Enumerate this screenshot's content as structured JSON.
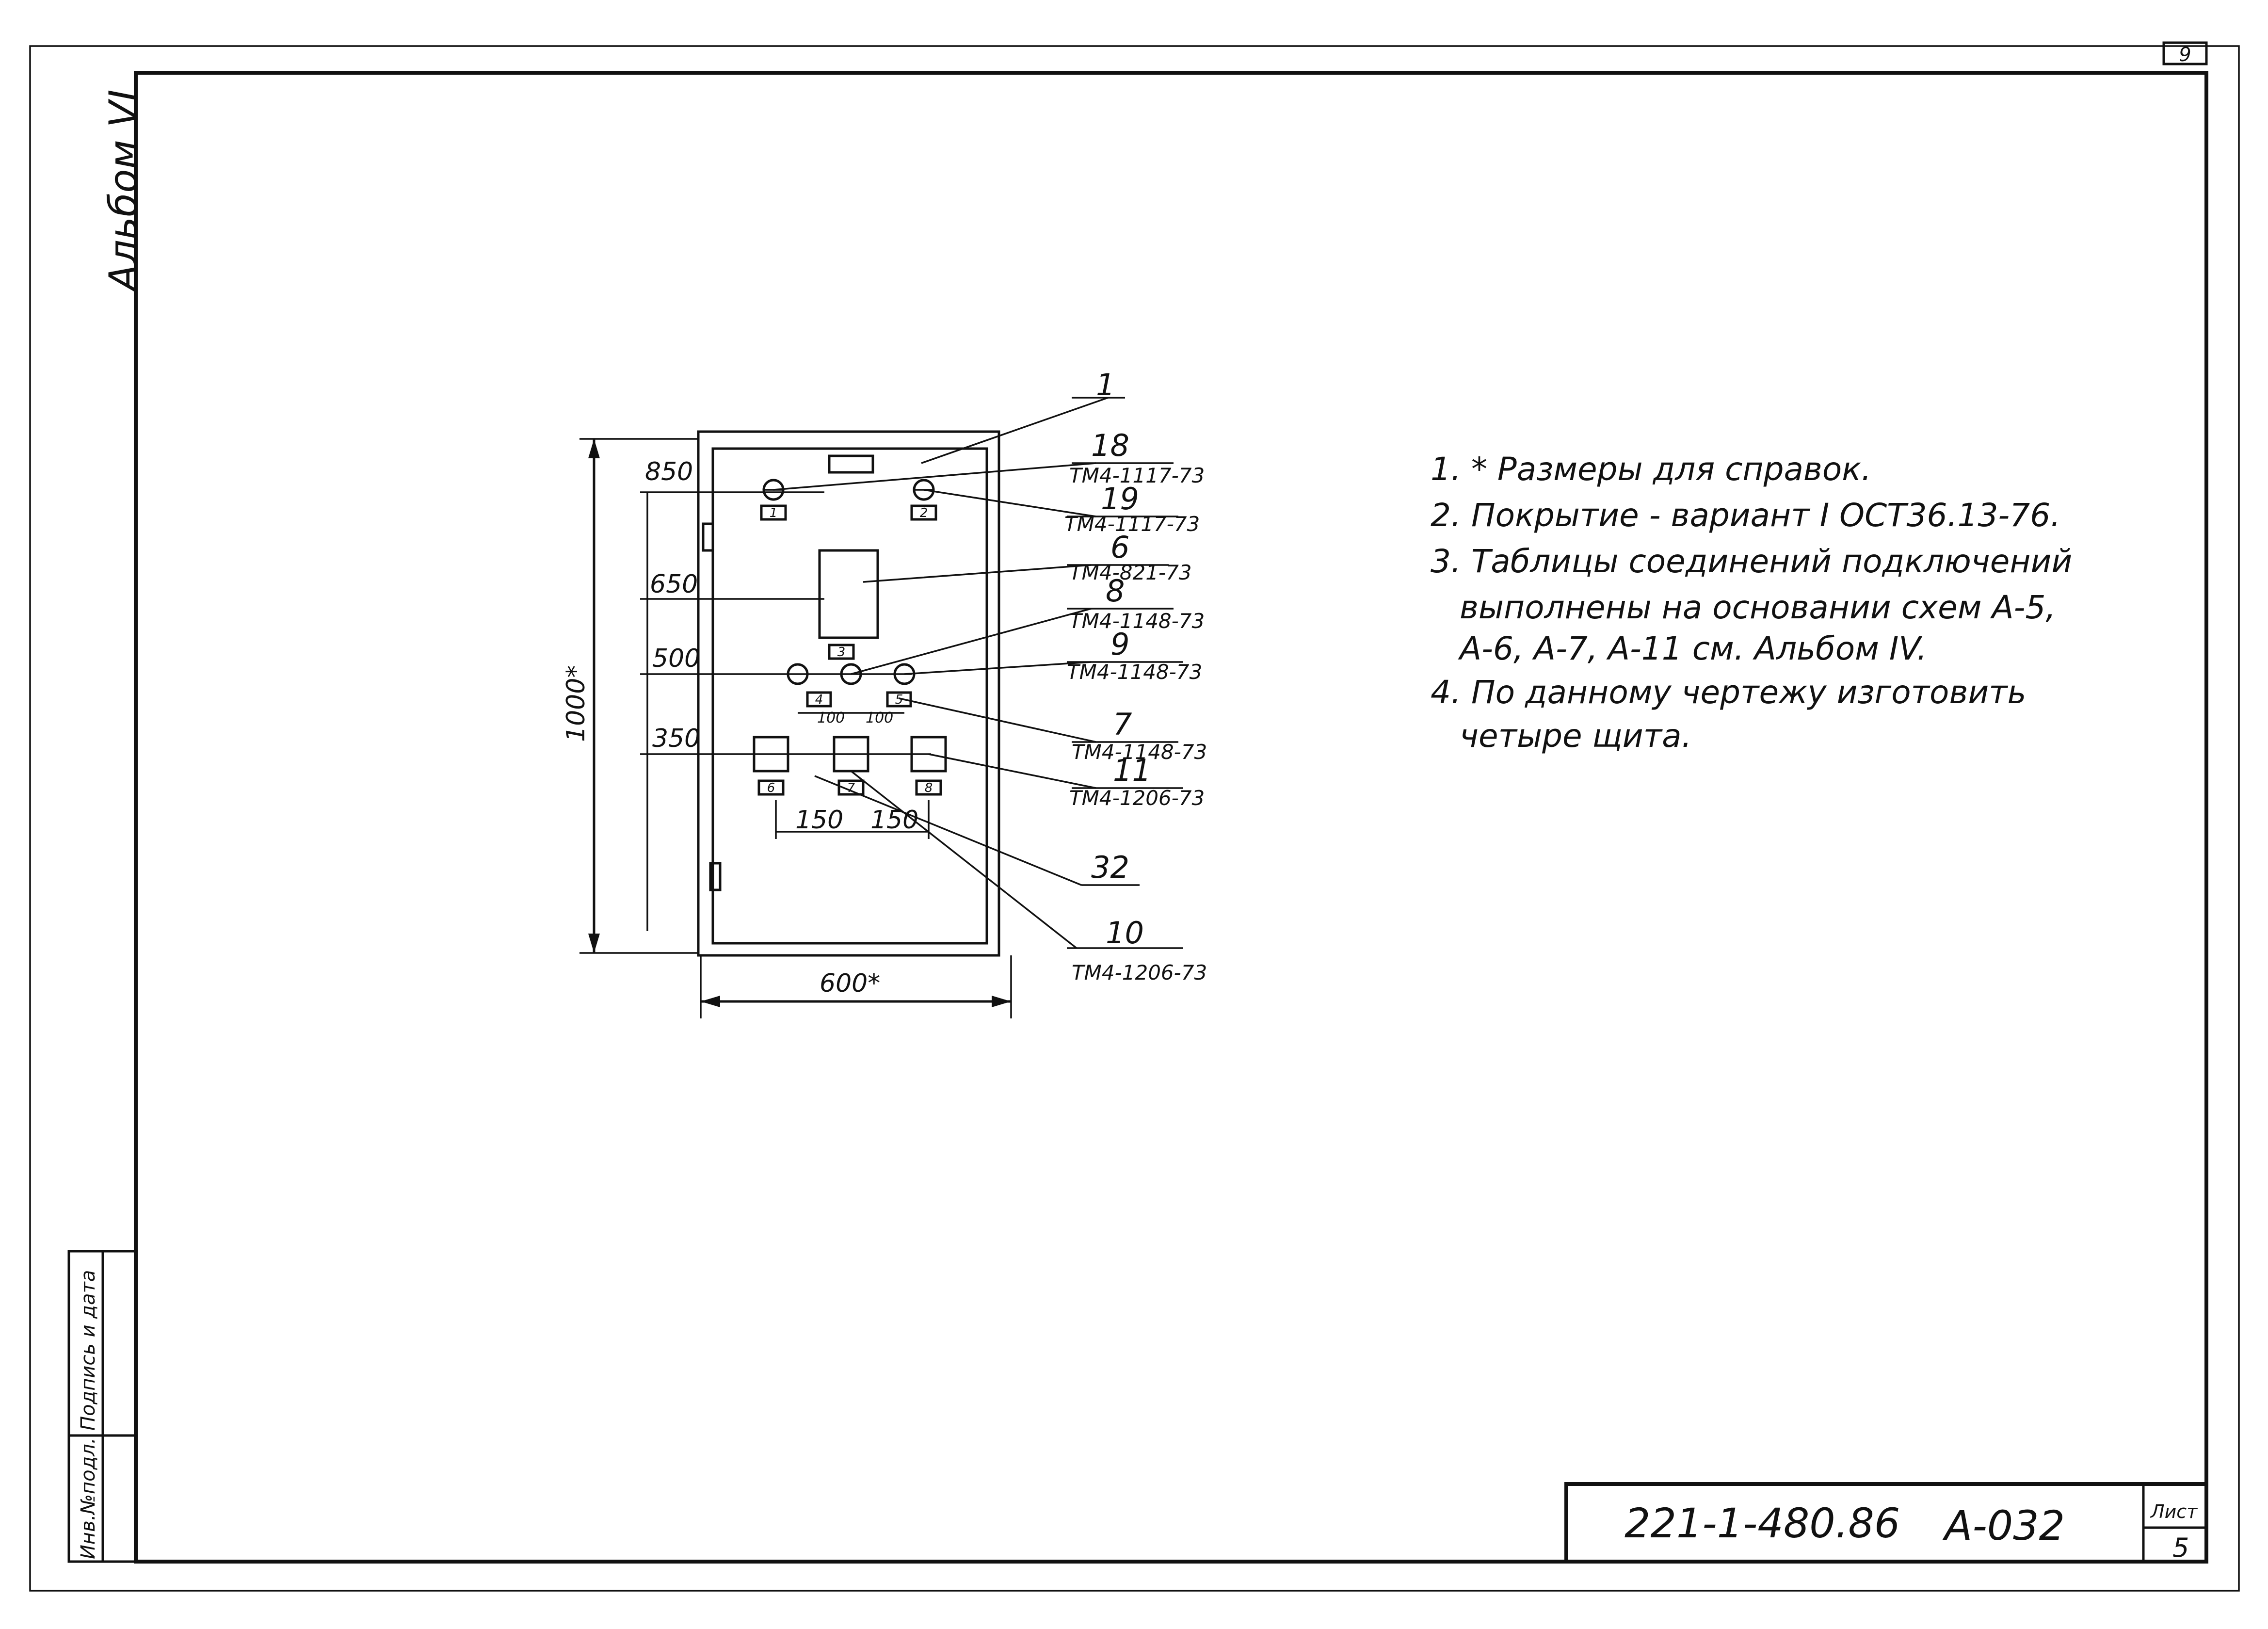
{
  "sheet": {
    "corner_number": "9",
    "album_label": "Альбом VI",
    "side_stamp": {
      "inv_no": "Инв.№подл.",
      "signature_date": "Подпись и дата"
    },
    "title_block": {
      "doc_code": "221-1-480.86",
      "drawing_code": "А-032",
      "sheet_label": "Лист",
      "sheet_number": "5"
    }
  },
  "drawing": {
    "width_dim": "600*",
    "height_dim": "1000*",
    "level_dims": [
      "850",
      "650",
      "500",
      "350"
    ],
    "spacing_dims": [
      "100",
      "100",
      "150",
      "150"
    ],
    "plates": [
      "1",
      "2",
      "3",
      "4",
      "5",
      "6",
      "7",
      "8"
    ],
    "callouts": [
      {
        "pos": "1",
        "code": ""
      },
      {
        "pos": "18",
        "code": "ТМ4-1117-73"
      },
      {
        "pos": "19",
        "code": "ТМ4-1117-73"
      },
      {
        "pos": "6",
        "code": "ТМ4-821-73"
      },
      {
        "pos": "8",
        "code": "ТМ4-1148-73"
      },
      {
        "pos": "9",
        "code": "ТМ4-1148-73"
      },
      {
        "pos": "7",
        "code": "ТМ4-1148-73"
      },
      {
        "pos": "11",
        "code": "ТМ4-1206-73"
      },
      {
        "pos": "32",
        "code": ""
      },
      {
        "pos": "10",
        "code": "ТМ4-1206-73"
      }
    ]
  },
  "notes": [
    {
      "line1": "1. * Размеры для справок.",
      "line2": ""
    },
    {
      "line1": "2. Покрытие - вариант I ОСТ36.13-76.",
      "line2": ""
    },
    {
      "line1": "3. Таблицы соединений подключений",
      "line2": "выполнены на основании схем А-5,",
      "line3": "А-6, А-7, А-11 см. Альбом IV."
    },
    {
      "line1": "4. По данному чертежу изготовить",
      "line2": "четыре щита."
    }
  ]
}
